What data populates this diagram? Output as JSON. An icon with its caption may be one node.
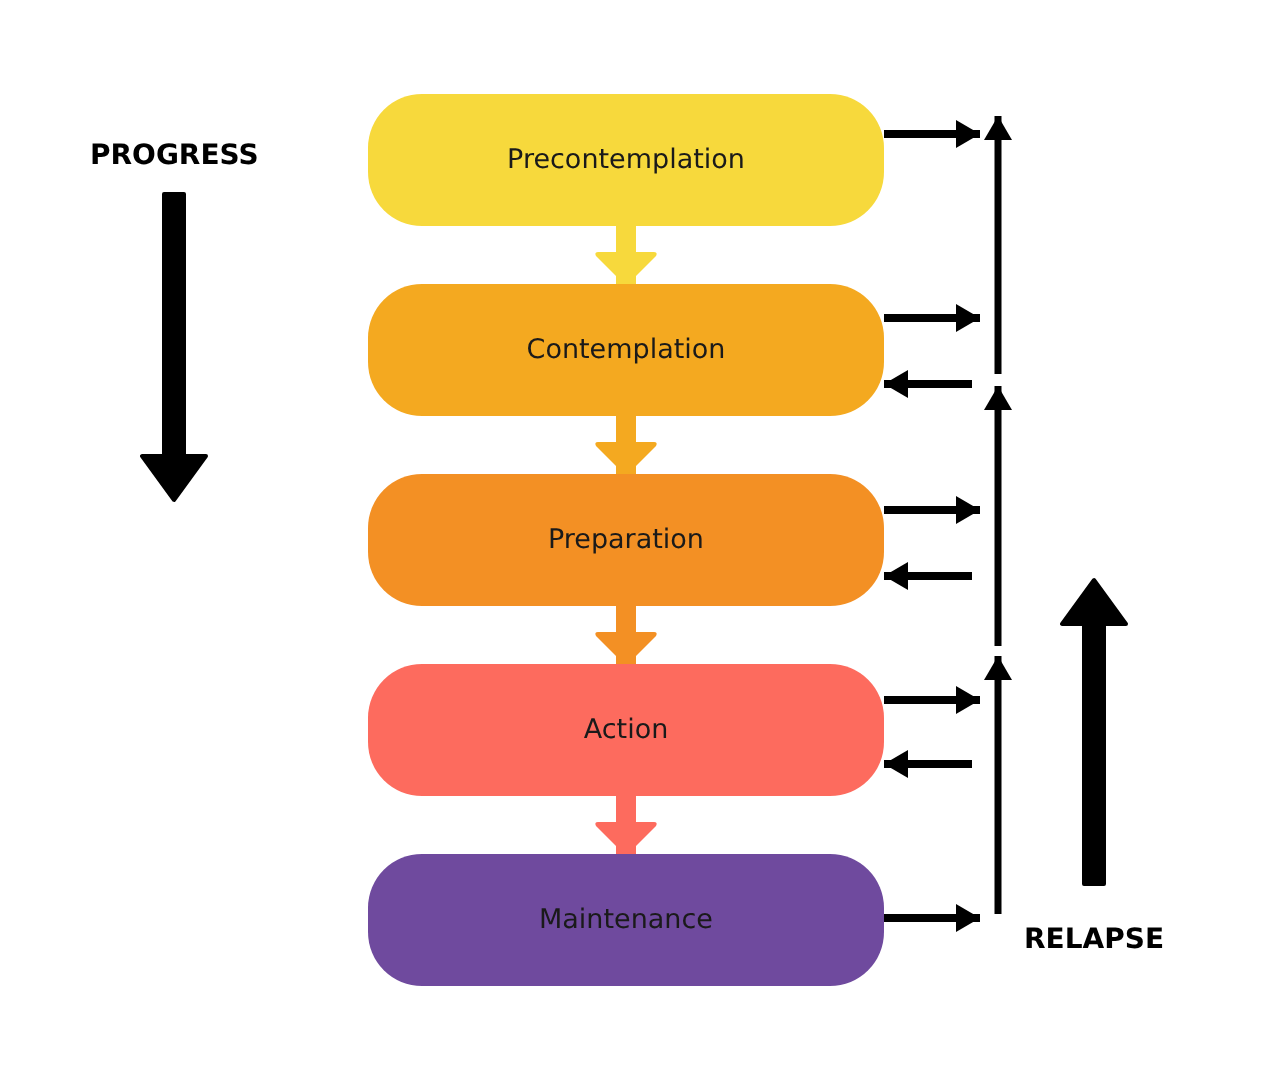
{
  "diagram": {
    "nodes": [
      {
        "text": [
          "Precontemplation"
        ]
      },
      {
        "text": [
          "Contemplation"
        ]
      },
      {
        "text": [
          "Preparation"
        ]
      },
      {
        "text": [
          "Action"
        ]
      },
      {
        "text": [
          "Maintenance"
        ]
      }
    ],
    "edges": [
      {
        "from": 0,
        "to": 1,
        "arrow": "to",
        "style": "thick",
        "color": "#f7d93c"
      },
      {
        "from": 1,
        "to": 2,
        "arrow": "to",
        "style": "thick",
        "color": "#f4a920"
      },
      {
        "from": 2,
        "to": 3,
        "arrow": "to",
        "style": "thick",
        "color": "#f39024"
      },
      {
        "from": 3,
        "to": 4,
        "arrow": "to",
        "style": "thick",
        "color": "#fd6b5e"
      },
      {
        "from": 0,
        "to": null,
        "arrow": "to"
      },
      {
        "from": 1,
        "to": null,
        "arrow": "to"
      },
      {
        "from": null,
        "to": 1,
        "arrow": "to"
      },
      {
        "from": 2,
        "to": null,
        "arrow": "to"
      },
      {
        "from": null,
        "to": 2,
        "arrow": "to"
      },
      {
        "from": 3,
        "to": null,
        "arrow": "to"
      },
      {
        "from": null,
        "to": 3,
        "arrow": "to"
      },
      {
        "from": 4,
        "to": null,
        "arrow": "to"
      }
    ],
    "labels": [
      "PROGRESS",
      "RELAPSE"
    ]
  }
}
